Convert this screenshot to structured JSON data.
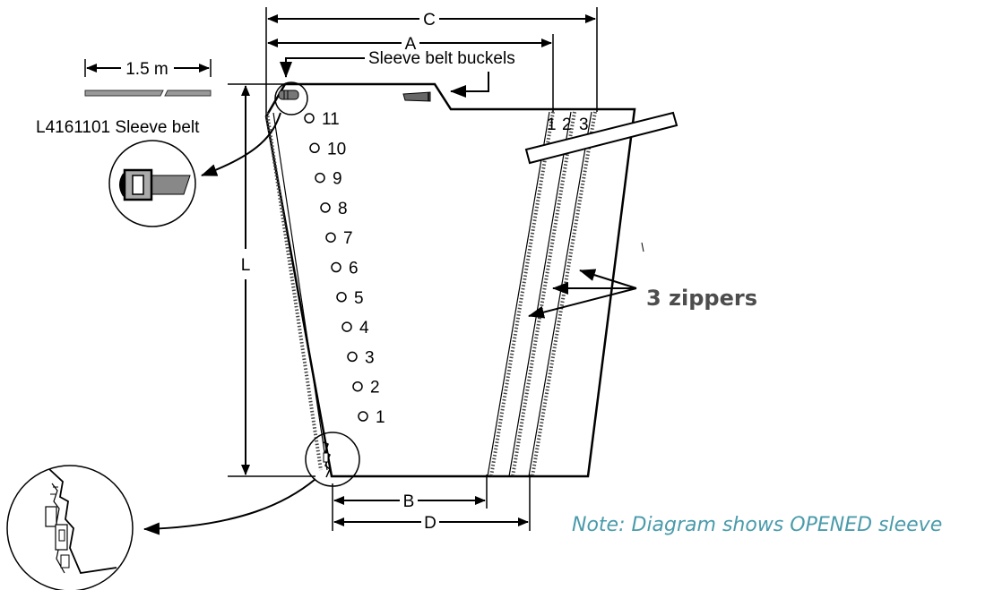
{
  "dimensions": {
    "c": "C",
    "a": "A",
    "l": "L",
    "b": "B",
    "d": "D",
    "belt_length": "1.5 m"
  },
  "labels": {
    "sleeve_belt_buckels": "Sleeve belt buckels",
    "sleeve_belt": "L4161101 Sleeve belt",
    "zippers": "3 zippers",
    "zipper_numbers": [
      "1",
      "2",
      "3"
    ]
  },
  "holes": [
    "11",
    "10",
    "9",
    "8",
    "7",
    "6",
    "5",
    "4",
    "3",
    "2",
    "1"
  ],
  "note": {
    "prefix": "Note:",
    "text": "Diagram shows OPENED sleeve"
  },
  "colors": {
    "line": "#000000",
    "zip_label": "#4d4d4d",
    "note": "#4a9bab",
    "belt": "#999999"
  }
}
